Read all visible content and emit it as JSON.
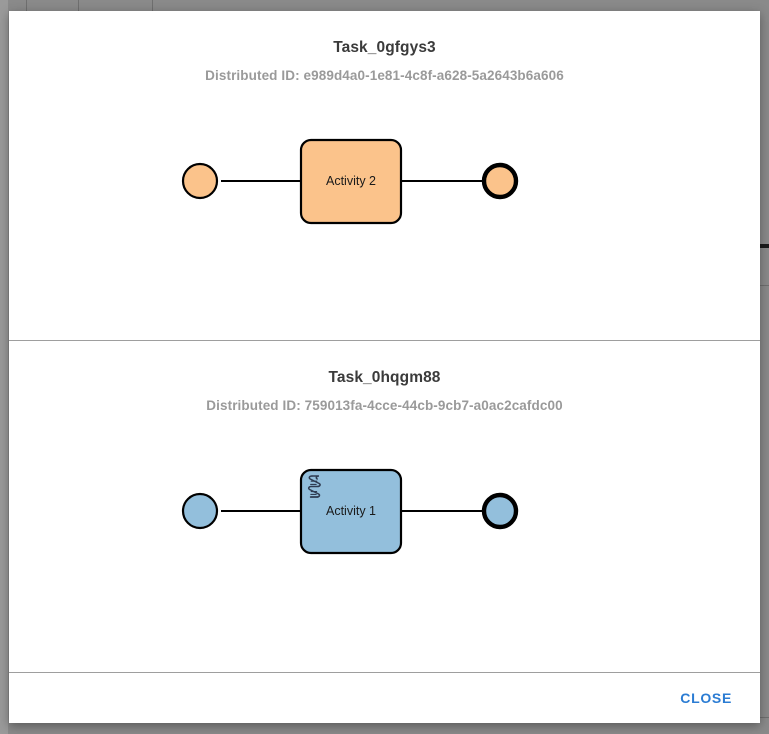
{
  "dialog": {
    "name": "task-detail-dialog",
    "footer": {
      "close_label": "CLOSE",
      "close_color": "#2b7cd3"
    }
  },
  "panels": [
    {
      "title": "Task_0gfgys3",
      "subtitle_prefix": "Distributed ID: ",
      "distributed_id": "e989d4a0-1e81-4c8f-a628-5a2643b6a606",
      "subtitle": "Distributed ID: e989d4a0-1e81-4c8f-a628-5a2643b6a606",
      "diagram": {
        "type": "bpmn",
        "fill_color": "#fbc38b",
        "stroke_color": "#000000",
        "start_event": {
          "name": "start-event",
          "shape": "circle",
          "thin_border": true
        },
        "activity": {
          "name": "Activity 2",
          "shape": "rounded-rect",
          "marker": "none"
        },
        "end_event": {
          "name": "end-event",
          "shape": "circle",
          "thick_border": true
        },
        "flows": 2
      }
    },
    {
      "title": "Task_0hqgm88",
      "subtitle_prefix": "Distributed ID: ",
      "distributed_id": "759013fa-4cce-44cb-9cb7-a0ac2cafdc00",
      "subtitle": "Distributed ID: 759013fa-4cce-44cb-9cb7-a0ac2cafdc00",
      "diagram": {
        "type": "bpmn",
        "fill_color": "#93bfdc",
        "stroke_color": "#000000",
        "start_event": {
          "name": "start-event",
          "shape": "circle",
          "thin_border": true
        },
        "activity": {
          "name": "Activity 1",
          "shape": "rounded-rect",
          "marker": "script-task"
        },
        "end_event": {
          "name": "end-event",
          "shape": "circle",
          "thick_border": true
        },
        "flows": 2
      }
    }
  ]
}
